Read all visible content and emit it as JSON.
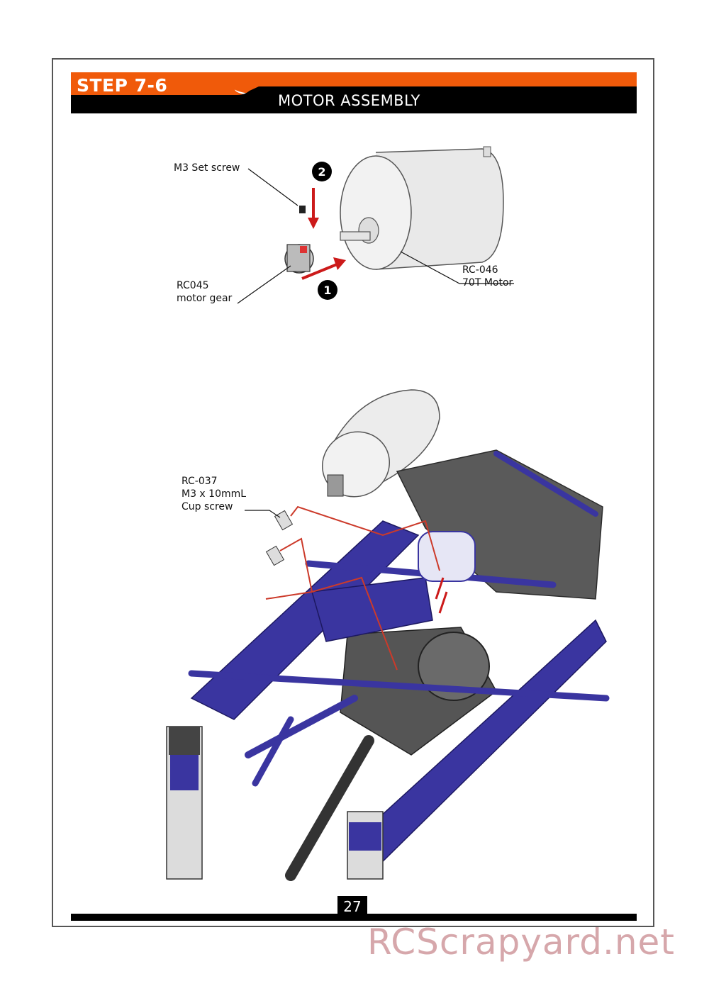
{
  "header": {
    "step": "STEP 7-6",
    "title": "MOTOR ASSEMBLY"
  },
  "top_diagram": {
    "labels": {
      "set_screw": "M3 Set screw",
      "gear_code": "RC045",
      "gear_name": "motor gear",
      "motor_code": "RC-046",
      "motor_name": "70T Motor"
    },
    "steps": [
      "1",
      "2"
    ]
  },
  "bottom_diagram": {
    "labels": {
      "screw_code": "RC-037",
      "screw_size": "M3 x 10mmL",
      "screw_name": "Cup screw"
    }
  },
  "footer": {
    "page_number": "27"
  },
  "watermark": "RCScrapyard.net",
  "colors": {
    "accent_orange": "#f05a0a",
    "header_black": "#000000",
    "arrow_red": "#cc1a1a",
    "frame_blue": "#3a35a0",
    "motor_gray": "#e6e6e6"
  }
}
